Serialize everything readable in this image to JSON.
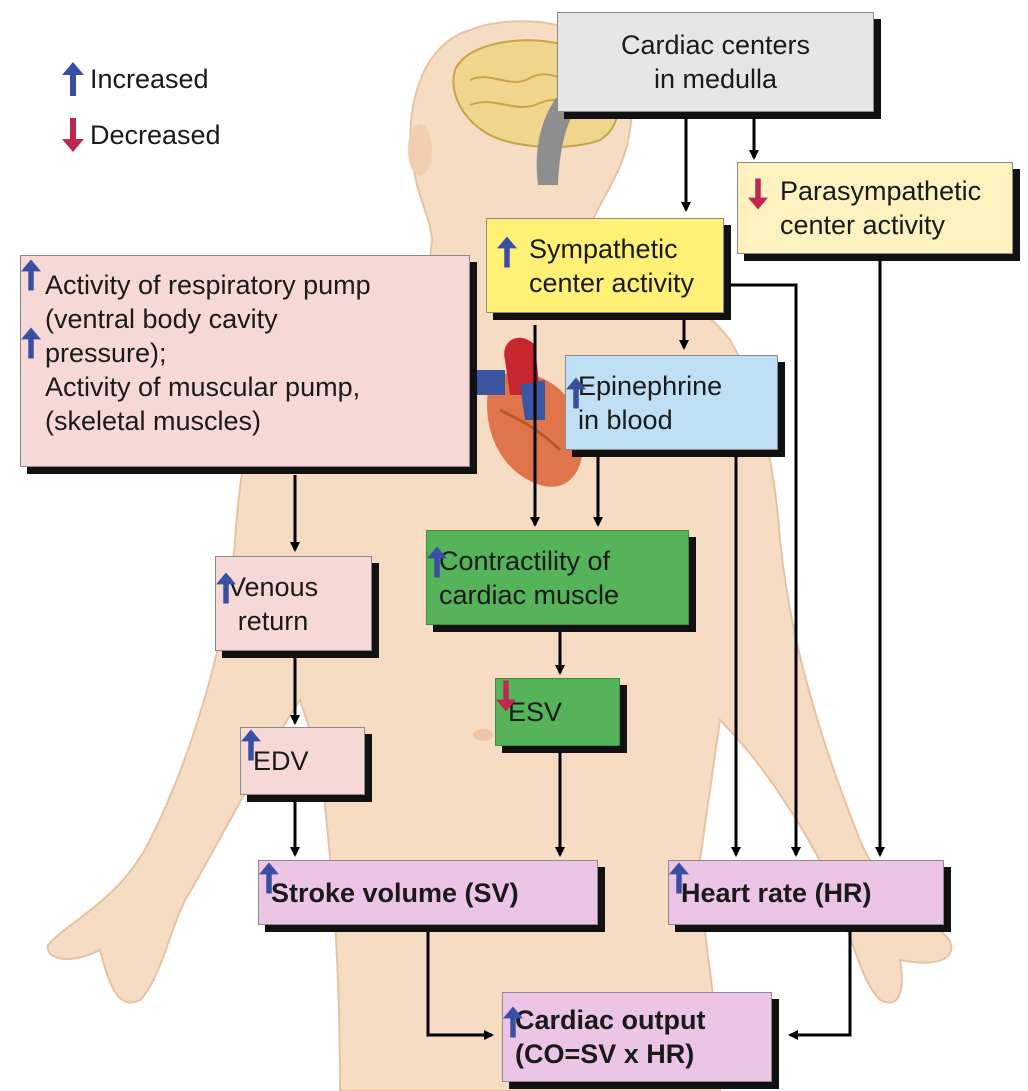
{
  "legend": {
    "increased": "Increased",
    "decreased": "Decreased"
  },
  "colors": {
    "increase_arrow": "#3a4ea3",
    "decrease_arrow": "#c0264f",
    "gray_box": "#e6e6e6",
    "yellow_box": "#fff176",
    "pale_yellow_box": "#fdf1c0",
    "pink_box": "#f6d8d6",
    "blue_box": "#bfe0f4",
    "green_box": "#55b35a",
    "magenta_box": "#ecc4e6",
    "skin": "#f7dcc0"
  },
  "boxes": {
    "cardiac_centers": {
      "line1": "Cardiac centers",
      "line2": "in medulla"
    },
    "parasympathetic": {
      "direction": "decreased",
      "line1": "Parasympathetic",
      "line2": "center activity"
    },
    "sympathetic": {
      "direction": "increased",
      "line1": "Sympathetic",
      "line2": "center activity"
    },
    "pumps": {
      "line1": "Activity of respiratory pump",
      "line2": "(ventral body cavity",
      "line3": "pressure);",
      "line4": "Activity of muscular pump,",
      "line5": "(skeletal muscles)"
    },
    "epinephrine": {
      "direction": "increased",
      "line1": "Epinephrine",
      "line2": "in blood"
    },
    "contractility": {
      "direction": "increased",
      "line1": "Contractility of",
      "line2": "cardiac muscle"
    },
    "venous_return": {
      "direction": "increased",
      "line1": "Venous",
      "line2": "return"
    },
    "esv": {
      "direction": "decreased",
      "label": "ESV"
    },
    "edv": {
      "direction": "increased",
      "label": "EDV"
    },
    "stroke_volume": {
      "direction": "increased",
      "label": "Stroke volume (SV)"
    },
    "heart_rate": {
      "direction": "increased",
      "label": "Heart rate (HR)"
    },
    "cardiac_output": {
      "direction": "increased",
      "line1": "Cardiac output",
      "line2": "(CO=SV x HR)"
    }
  }
}
